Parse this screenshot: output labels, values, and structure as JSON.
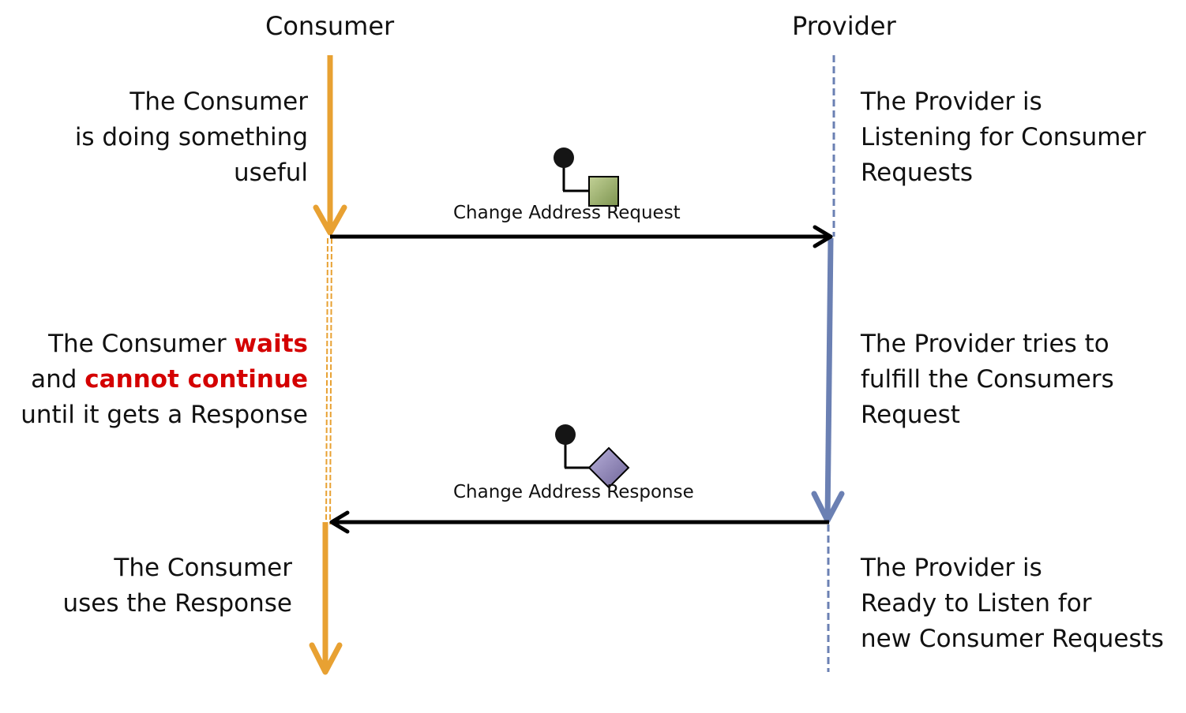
{
  "lifelines": {
    "consumer": {
      "label": "Consumer",
      "color": "#e8a132"
    },
    "provider": {
      "label": "Provider",
      "color": "#6b80b3"
    }
  },
  "consumer_notes": {
    "busy": {
      "lines": [
        "The Consumer",
        "is doing something",
        "useful"
      ]
    },
    "waiting": {
      "line1_prefix": "The Consumer ",
      "line1_highlight": "waits",
      "line2_prefix": "and ",
      "line2_highlight": "cannot continue",
      "line3": "until it gets a Response",
      "highlight_color": "#d40000"
    },
    "uses": {
      "lines": [
        "The Consumer",
        "uses the Response"
      ]
    }
  },
  "provider_notes": {
    "listening": {
      "lines": [
        "The Provider is",
        "Listening for Consumer",
        "Requests"
      ]
    },
    "fulfilling": {
      "lines": [
        "The Provider tries to",
        "fulfill the Consumers",
        "Request"
      ]
    },
    "ready": {
      "lines": [
        "The Provider is",
        "Ready to Listen for",
        "new Consumer Requests"
      ]
    }
  },
  "messages": {
    "request": {
      "label": "Change Address Request",
      "icon": "square-message-icon",
      "icon_color": "#9aae6a"
    },
    "response": {
      "label": "Change Address Response",
      "icon": "diamond-message-icon",
      "icon_color": "#8f85b8"
    }
  }
}
